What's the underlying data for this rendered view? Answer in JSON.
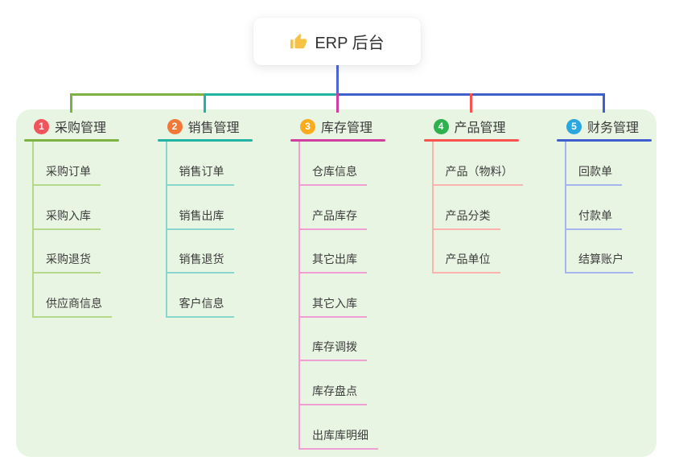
{
  "canvas": {
    "background": "#ffffff",
    "panel_color": "#e9f5e3",
    "text_color": "#3b3b3b"
  },
  "root": {
    "title": "ERP 后台",
    "icon": "thumbs-up-icon",
    "icon_color": "#f6c244",
    "connector_color": "#4f67d5"
  },
  "branches": [
    {
      "badge": "1",
      "badge_color": "#f2545b",
      "label": "采购管理",
      "line_color": "#7cb342",
      "light_color": "#b5d98b",
      "children": [
        "采购订单",
        "采购入库",
        "采购退货",
        "供应商信息"
      ]
    },
    {
      "badge": "2",
      "badge_color": "#f0793a",
      "label": "销售管理",
      "line_color": "#23b3a4",
      "light_color": "#8ad6cd",
      "children": [
        "销售订单",
        "销售出库",
        "销售退货",
        "客户信息"
      ]
    },
    {
      "badge": "3",
      "badge_color": "#fbab1c",
      "label": "库存管理",
      "line_color": "#d13f9e",
      "light_color": "#f09ed3",
      "children": [
        "仓库信息",
        "产品库存",
        "其它出库",
        "其它入库",
        "库存调拨",
        "库存盘点",
        "出库库明细"
      ]
    },
    {
      "badge": "4",
      "badge_color": "#2eb14f",
      "label": "产品管理",
      "line_color": "#f8534f",
      "light_color": "#fcb3ad",
      "children": [
        "产品（物料）",
        "产品分类",
        "产品单位"
      ]
    },
    {
      "badge": "5",
      "badge_color": "#2ba7de",
      "label": "财务管理",
      "line_color": "#3f5fce",
      "light_color": "#a6b6ec",
      "children": [
        "回款单",
        "付款单",
        "结算账户"
      ]
    }
  ]
}
